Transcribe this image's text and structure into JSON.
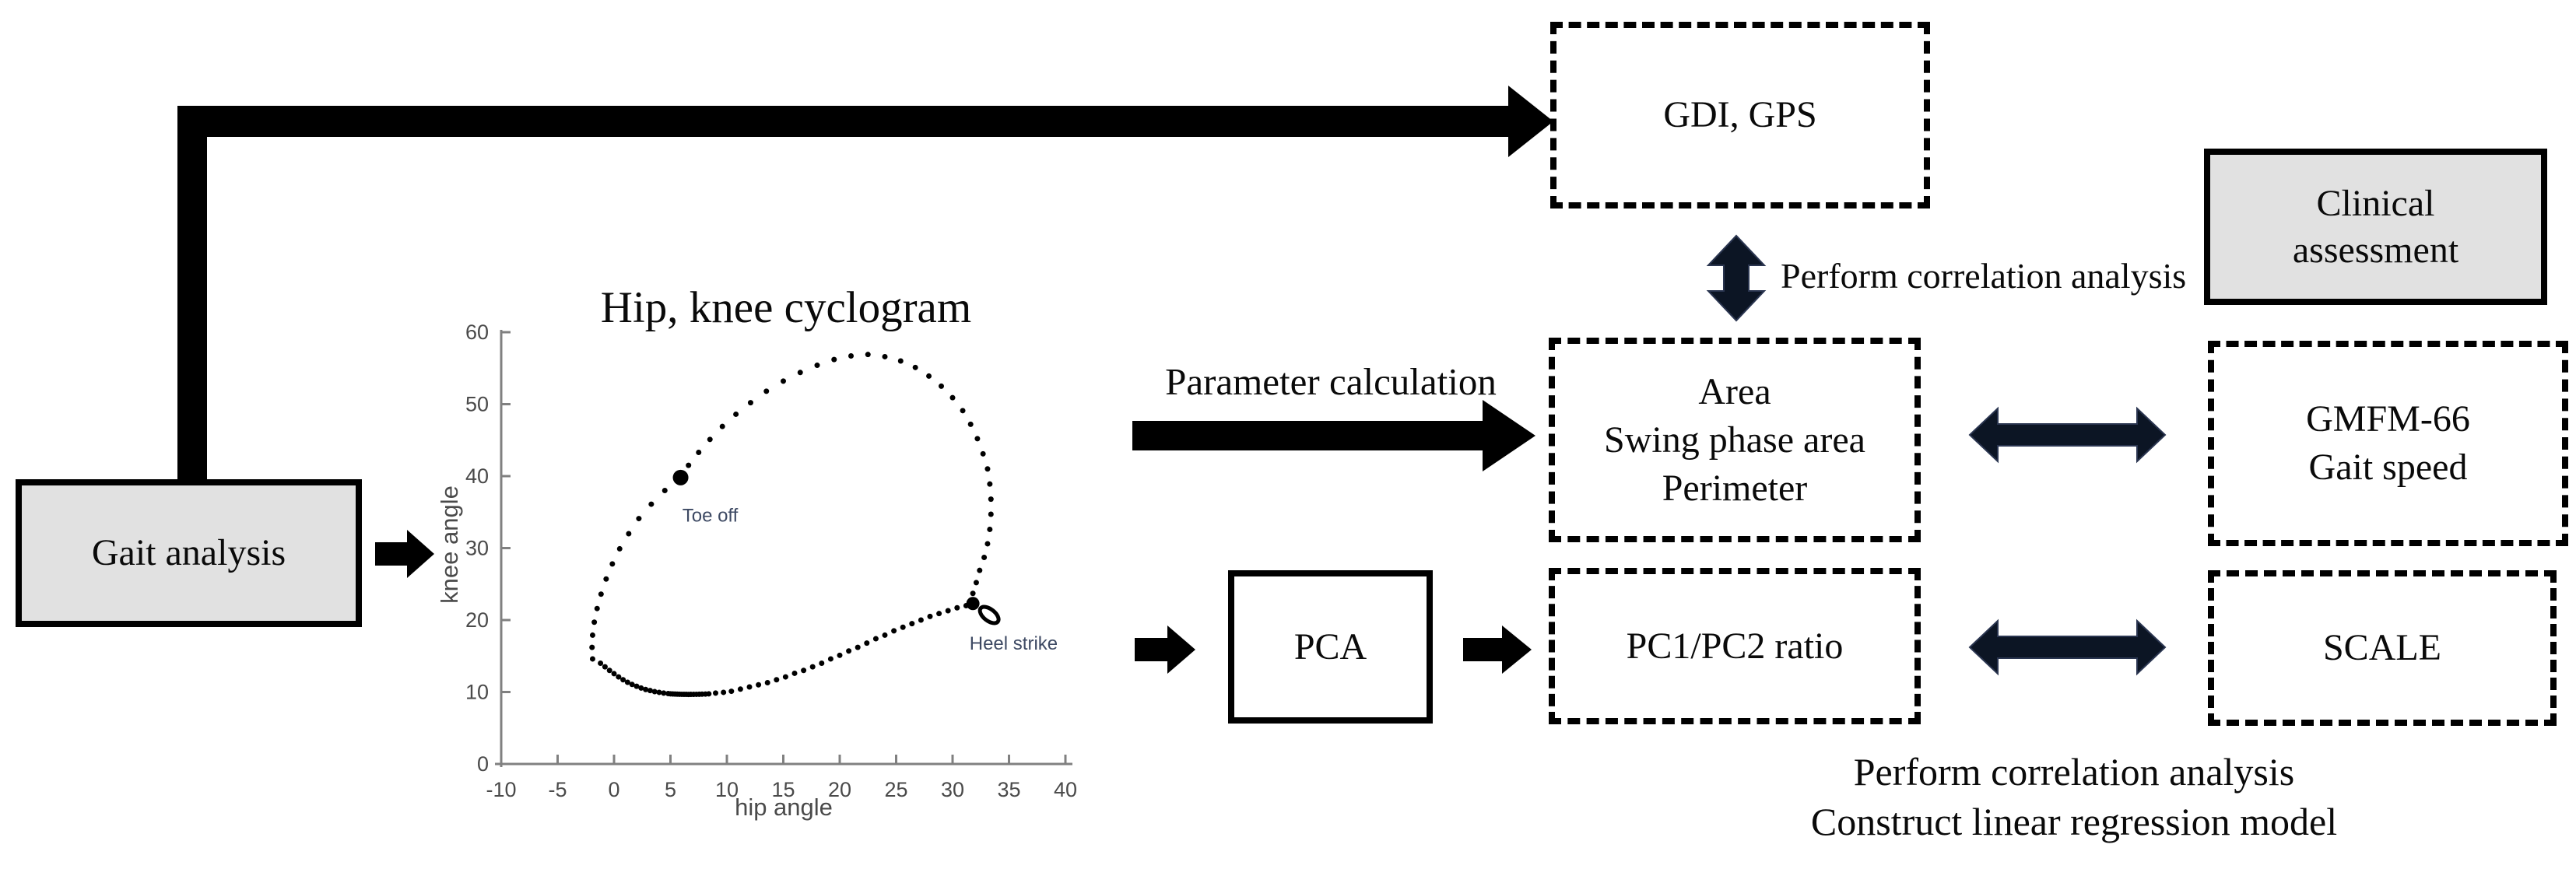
{
  "figure": {
    "nodes": {
      "gait_analysis": {
        "label": "Gait analysis"
      },
      "gdi_gps": {
        "label": "GDI, GPS"
      },
      "clinical_assessment": {
        "lines": [
          "Clinical",
          "assessment"
        ]
      },
      "area": {
        "lines": [
          "Area",
          "Swing phase area",
          "Perimeter"
        ]
      },
      "gmfm": {
        "lines": [
          "GMFM-66",
          "Gait speed"
        ]
      },
      "pca": {
        "label": "PCA"
      },
      "pc_ratio": {
        "label": "PC1/PC2 ratio"
      },
      "scale": {
        "label": "SCALE"
      }
    },
    "labels": {
      "parameter_calculation": "Parameter calculation",
      "perform_correlation": "Perform correlation analysis",
      "bottom_line1": "Perform correlation analysis",
      "bottom_line2": "Construct linear regression model"
    },
    "colors": {
      "node_fill_gray": "#e1e1e1",
      "border_black": "#000000",
      "double_arrow": "#0c1524"
    }
  },
  "chart_data": {
    "type": "scatter",
    "title": "Hip, knee cyclogram",
    "xlabel": "hip angle",
    "ylabel": "knee angle",
    "xlim": [
      -10,
      40
    ],
    "ylim": [
      0,
      60
    ],
    "x_ticks": [
      -10,
      -5,
      0,
      5,
      10,
      15,
      20,
      25,
      30,
      35,
      40
    ],
    "y_ticks": [
      0,
      10,
      20,
      30,
      40,
      50,
      60
    ],
    "grid": false,
    "legend": false,
    "point_color": "#000000",
    "axis_color": "#808080",
    "tick_label_color": "#4a4a4a",
    "annotation_color": "#3d4963",
    "annotations": [
      {
        "text": "Toe off",
        "x": 6.05,
        "y": 33.7
      },
      {
        "text": "Heel strike",
        "x": 31.5,
        "y": 15.9
      }
    ],
    "markers": [
      {
        "type": "dot",
        "x": 5.9,
        "y": 39.8,
        "r": 10
      },
      {
        "type": "dot",
        "x": 31.8,
        "y": 22.3,
        "r": 8.5
      },
      {
        "type": "ellipse",
        "x": 33.25,
        "y": 20.7,
        "rx": 14,
        "ry": 7.5,
        "rotate": 38
      }
    ],
    "points": [
      [
        -1.9,
        14.6
      ],
      [
        -1.95,
        16.2
      ],
      [
        -1.9,
        17.9
      ],
      [
        -1.75,
        19.7
      ],
      [
        -1.5,
        21.6
      ],
      [
        -1.15,
        23.6
      ],
      [
        -0.7,
        25.7
      ],
      [
        -0.15,
        27.8
      ],
      [
        0.5,
        29.9
      ],
      [
        1.3,
        32.0
      ],
      [
        2.2,
        34.1
      ],
      [
        3.3,
        36.1
      ],
      [
        4.5,
        38.0
      ],
      [
        6.6,
        41.5
      ],
      [
        7.5,
        43.3
      ],
      [
        8.5,
        45.1
      ],
      [
        9.6,
        46.9
      ],
      [
        10.8,
        48.6
      ],
      [
        12.1,
        50.2
      ],
      [
        13.5,
        51.8
      ],
      [
        15.0,
        53.2
      ],
      [
        16.5,
        54.4
      ],
      [
        18.0,
        55.4
      ],
      [
        19.5,
        56.2
      ],
      [
        21.0,
        56.7
      ],
      [
        22.5,
        56.9
      ],
      [
        24.0,
        56.6
      ],
      [
        25.4,
        56.0
      ],
      [
        26.7,
        55.1
      ],
      [
        27.9,
        53.9
      ],
      [
        29.0,
        52.5
      ],
      [
        30.0,
        50.9
      ],
      [
        30.9,
        49.1
      ],
      [
        31.6,
        47.2
      ],
      [
        32.2,
        45.2
      ],
      [
        32.7,
        43.1
      ],
      [
        33.1,
        41.0
      ],
      [
        33.3,
        38.9
      ],
      [
        33.4,
        36.8
      ],
      [
        33.4,
        34.7
      ],
      [
        33.3,
        32.6
      ],
      [
        33.1,
        30.6
      ],
      [
        32.8,
        28.7
      ],
      [
        32.4,
        26.9
      ],
      [
        32.1,
        25.2
      ],
      [
        31.8,
        23.7
      ],
      [
        31.2,
        22.0
      ],
      [
        30.4,
        21.7
      ],
      [
        29.6,
        21.3
      ],
      [
        28.8,
        20.9
      ],
      [
        28.0,
        20.5
      ],
      [
        27.2,
        20.0
      ],
      [
        26.4,
        19.5
      ],
      [
        25.6,
        19.0
      ],
      [
        24.8,
        18.5
      ],
      [
        24.0,
        17.9
      ],
      [
        23.2,
        17.4
      ],
      [
        22.4,
        16.8
      ],
      [
        21.6,
        16.2
      ],
      [
        20.8,
        15.7
      ],
      [
        20.0,
        15.1
      ],
      [
        19.2,
        14.6
      ],
      [
        18.4,
        14.0
      ],
      [
        17.6,
        13.5
      ],
      [
        16.8,
        13.0
      ],
      [
        16.0,
        12.6
      ],
      [
        15.2,
        12.1
      ],
      [
        14.4,
        11.7
      ],
      [
        13.6,
        11.3
      ],
      [
        12.8,
        11.0
      ],
      [
        12.0,
        10.7
      ],
      [
        11.2,
        10.4
      ],
      [
        10.4,
        10.1
      ],
      [
        9.7,
        9.95
      ],
      [
        9.0,
        9.85
      ],
      [
        8.4,
        9.75
      ],
      [
        8.1,
        9.72
      ],
      [
        7.8,
        9.7
      ],
      [
        7.55,
        9.69
      ],
      [
        7.3,
        9.68
      ],
      [
        7.05,
        9.67
      ],
      [
        6.8,
        9.67
      ],
      [
        6.6,
        9.66
      ],
      [
        6.4,
        9.67
      ],
      [
        6.2,
        9.67
      ],
      [
        6.0,
        9.68
      ],
      [
        5.8,
        9.69
      ],
      [
        5.6,
        9.7
      ],
      [
        5.4,
        9.71
      ],
      [
        5.2,
        9.73
      ],
      [
        5.0,
        9.75
      ],
      [
        4.8,
        9.78
      ],
      [
        4.4,
        9.85
      ],
      [
        4.0,
        9.95
      ],
      [
        3.6,
        10.05
      ],
      [
        3.2,
        10.2
      ],
      [
        2.8,
        10.35
      ],
      [
        2.4,
        10.55
      ],
      [
        2.0,
        10.8
      ],
      [
        1.6,
        11.05
      ],
      [
        1.2,
        11.35
      ],
      [
        0.8,
        11.7
      ],
      [
        0.4,
        12.1
      ],
      [
        0.0,
        12.55
      ],
      [
        -0.4,
        13.0
      ],
      [
        -0.8,
        13.5
      ],
      [
        -1.2,
        14.0
      ]
    ]
  }
}
